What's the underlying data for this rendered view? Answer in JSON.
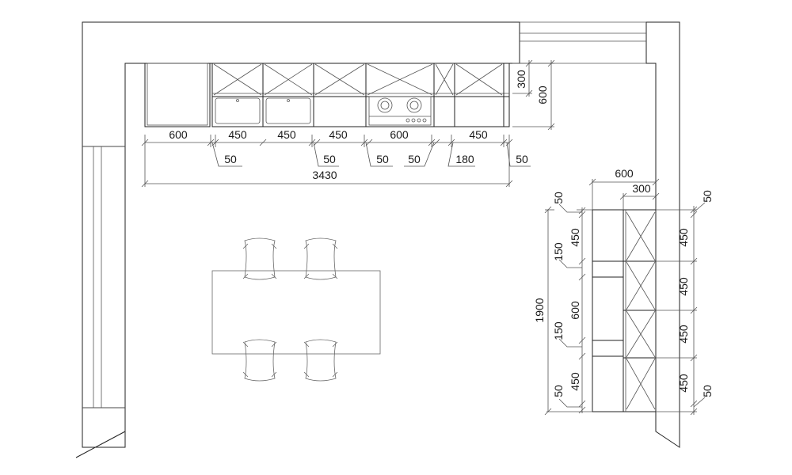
{
  "colors": {
    "line": "#222222",
    "hatch": "#444444",
    "furniture": "#666666",
    "background": "#ffffff"
  },
  "dimensions": {
    "top_module_widths": [
      "600",
      "450",
      "450",
      "450",
      "600",
      "450"
    ],
    "top_gaps": [
      "50",
      "50",
      "50",
      "50",
      "180",
      "50"
    ],
    "top_total": "3430",
    "top_depth_upper": "300",
    "top_depth_base": "600",
    "right_depth_base": "600",
    "right_depth_upper": "300",
    "right_left_chain": [
      "50",
      "450",
      "150",
      "600",
      "150",
      "450",
      "50"
    ],
    "right_total": "1900",
    "right_right_chain": [
      "50",
      "450",
      "450",
      "450",
      "450",
      "50"
    ]
  }
}
